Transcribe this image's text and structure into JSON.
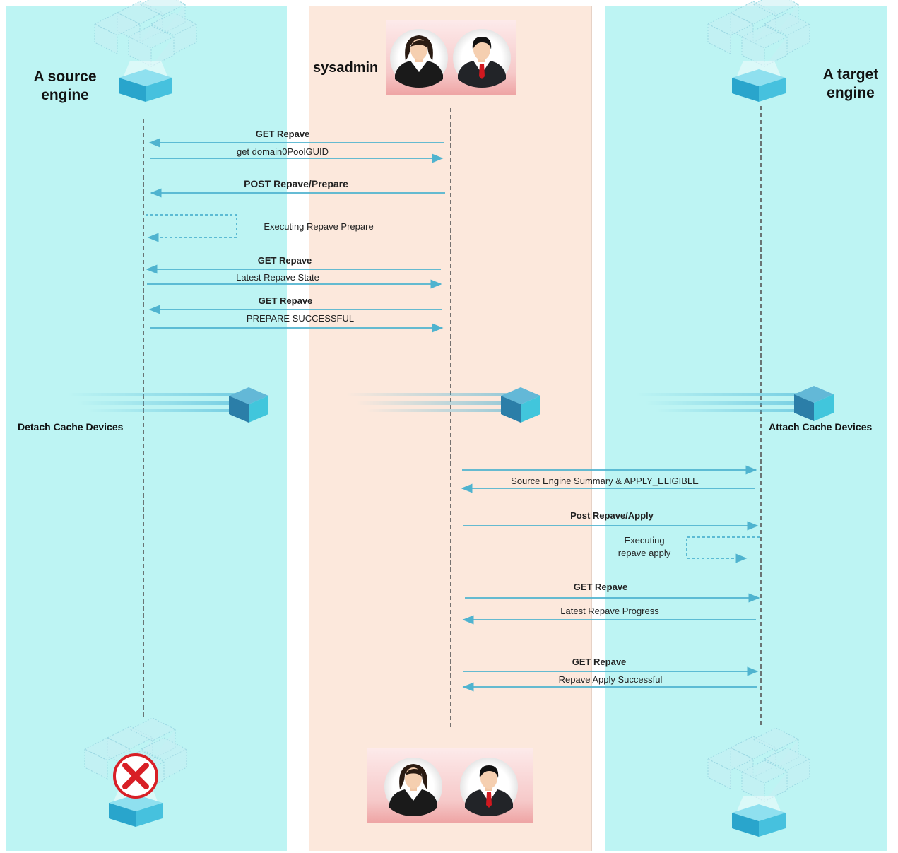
{
  "participants": {
    "source": "A source\nengine",
    "sysadmin": "sysadmin",
    "target": "A target\nengine"
  },
  "messages": {
    "m1": "GET Repave",
    "m2": "get domain0PoolGUID",
    "m3": "POST  Repave/Prepare",
    "m4": "Executing Repave Prepare",
    "m5": "GET Repave",
    "m6": "Latest Repave State",
    "m7": "GET Repave",
    "m8": "PREPARE SUCCESSFUL",
    "m9": "Source Engine Summary & APPLY_ELIGIBLE",
    "m10": "Post Repave/Apply",
    "m11": "Executing\nrepave apply",
    "m12": "GET Repave",
    "m13": "Latest Repave Progress",
    "m14": "GET Repave",
    "m15": "Repave Apply Successful"
  },
  "actions": {
    "detach": "Detach Cache Devices",
    "attach": "Attach Cache Devices"
  },
  "colors": {
    "lane_engine": "#bdf4f3",
    "lane_sysadmin": "#fce8dc",
    "arrow": "#4fb3cf",
    "block": "#3aaed4",
    "error": "#d81f26"
  }
}
